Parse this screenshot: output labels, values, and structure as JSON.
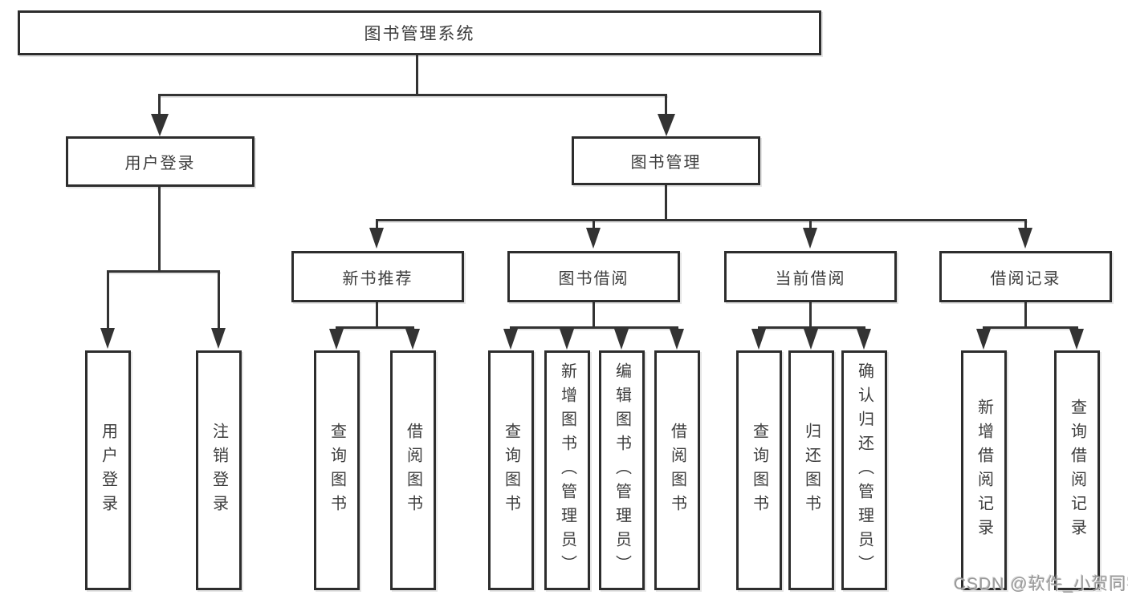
{
  "tree": {
    "root": {
      "label": "图书管理系统"
    },
    "login": {
      "label": "用户登录",
      "children": [
        "用户登录",
        "注销登录"
      ]
    },
    "mgmt": {
      "label": "图书管理"
    },
    "groups": [
      {
        "label": "新书推荐",
        "children": [
          "查询图书",
          "借阅图书"
        ]
      },
      {
        "label": "图书借阅",
        "children": [
          "查询图书",
          "新增图书（管理员）",
          "编辑图书（管理员）",
          "借阅图书"
        ]
      },
      {
        "label": "当前借阅",
        "children": [
          "查询图书",
          "归还图书",
          "确认归还（管理员）"
        ]
      },
      {
        "label": "借阅记录",
        "children": [
          "新增借阅记录",
          "查询借阅记录"
        ]
      }
    ]
  },
  "watermark": {
    "text": "CSDN @软件_小贺同学"
  },
  "colors": {
    "line": "#333333",
    "box_border": "#2d2d2d",
    "text": "#3d3d3d",
    "background": "#ffffff",
    "watermark": "#9a9a9a"
  }
}
